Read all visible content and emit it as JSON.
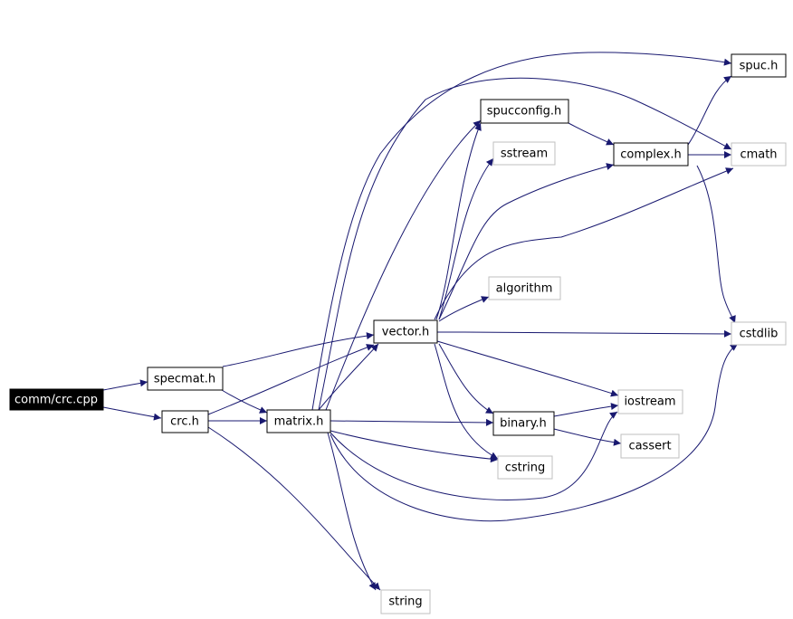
{
  "colors": {
    "edge": "#191970",
    "root_fill": "#000000",
    "root_text": "#ffffff",
    "documented_border": "#000000",
    "external_border": "#bfbfbf",
    "node_text": "#000000"
  },
  "nodes": {
    "root": "comm/crc.cpp",
    "specmat": "specmat.h",
    "crc": "crc.h",
    "matrix": "matrix.h",
    "vector": "vector.h",
    "spucconfig": "spucconfig.h",
    "sstream": "sstream",
    "complex": "complex.h",
    "spuc": "spuc.h",
    "cmath": "cmath",
    "algorithm": "algorithm",
    "cstdlib": "cstdlib",
    "iostream": "iostream",
    "binary": "binary.h",
    "cassert": "cassert",
    "cstring": "cstring",
    "string": "string"
  }
}
